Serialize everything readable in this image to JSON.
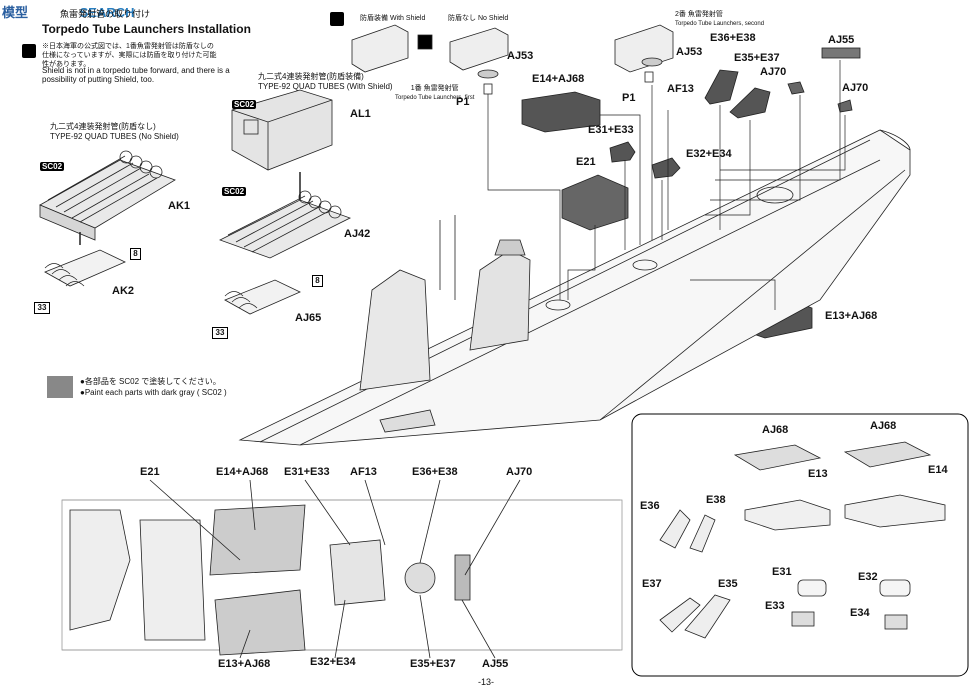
{
  "watermark": {
    "site_cn": "模型",
    "site_en": "SEARCH"
  },
  "header": {
    "title_jp_fragment": "魚雷発射管の取り付け",
    "title_en": "Torpedo Tube Launchers Installation",
    "step_note_jp": "※日本海軍の公式図では、1番魚雷発射管は防盾なしの仕様になっていますが、実際には防盾を取り付けた可能性があります。",
    "step_note_en": "Shield is not in a torpedo tube forward, and there is a possibility of putting Shield, too."
  },
  "legend_top": {
    "with_shield_jp": "防盾装備",
    "with_shield_en": "With Shield",
    "no_shield_jp": "防盾なし",
    "no_shield_en": "No Shield",
    "launcher1_jp": "1番 魚雷発射管",
    "launcher1_en": "Torpedo Tube Launchers, first",
    "launcher2_jp": "2番 魚雷発射管",
    "launcher2_en": "Torpedo Tube Launchers, second"
  },
  "left_section": {
    "no_shield_title_jp": "九二式4連装発射管(防盾なし)",
    "no_shield_title_en": "TYPE-92 QUAD TUBES (No Shield)",
    "with_shield_title_jp": "九二式4連装発射管(防盾装備)",
    "with_shield_title_en": "TYPE-92 QUAD TUBES (With Shield)",
    "paint_note_jp": "●各部品を SC02 で塗装してください。",
    "paint_note_en": "●Paint each parts with dark gray ( SC02 )",
    "color_code": "SC02"
  },
  "part_labels": {
    "ak1": "AK1",
    "ak2": "AK2",
    "al1": "AL1",
    "aj42": "AJ42",
    "aj65": "AJ65",
    "aj53_a": "AJ53",
    "aj53_b": "AJ53",
    "p1_a": "P1",
    "p1_b": "P1",
    "e14_aj68": "E14+AJ68",
    "e31_e33": "E31+E33",
    "e21": "E21",
    "af13": "AF13",
    "e36_e38": "E36+E38",
    "e35_e37": "E35+E37",
    "aj70": "AJ70",
    "aj55": "AJ55",
    "aj70_b": "AJ70",
    "e32_e34": "E32+E34",
    "e13_aj68": "E13+AJ68",
    "num8_a": "8",
    "num8_b": "8",
    "num33_a": "33",
    "num33_b": "33"
  },
  "plan_labels": {
    "e21": "E21",
    "e14_aj68": "E14+AJ68",
    "e31_e33": "E31+E33",
    "af13": "AF13",
    "e36_e38": "E36+E38",
    "aj70": "AJ70",
    "e13_aj68": "E13+AJ68",
    "e32_e34": "E32+E34",
    "e35_e37": "E35+E37",
    "aj55": "AJ55"
  },
  "inset_labels": {
    "aj68_a": "AJ68",
    "aj68_b": "AJ68",
    "e13": "E13",
    "e14": "E14",
    "e36": "E36",
    "e38": "E38",
    "e37": "E37",
    "e35": "E35",
    "e31": "E31",
    "e33": "E33",
    "e32": "E32",
    "e34": "E34"
  },
  "footer": {
    "page_number": "-13-"
  }
}
